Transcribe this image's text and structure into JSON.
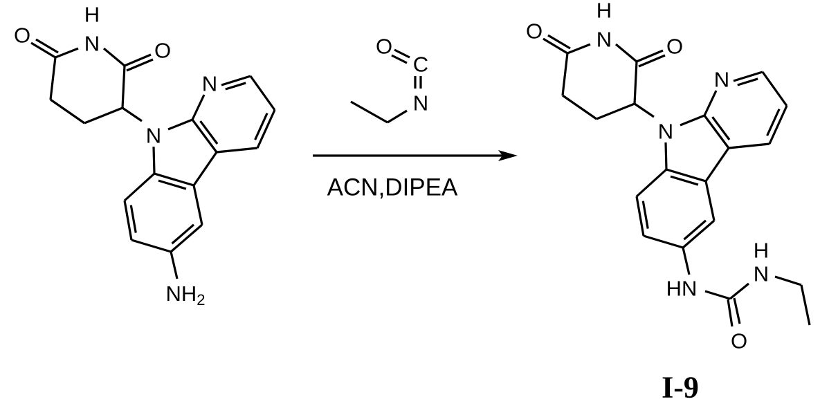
{
  "reactant": {
    "labels": {
      "O1": "O",
      "N_imide": "N",
      "H_imide": "H",
      "O2": "O",
      "N9": "N",
      "N1": "N",
      "amine": "NH",
      "amine_sub": "2"
    }
  },
  "reagent": {
    "labels": {
      "O": "O",
      "C": "C",
      "N": "N"
    }
  },
  "conditions": "ACN,DIPEA",
  "product": {
    "labels": {
      "O1": "O",
      "N_imide": "N",
      "H_imide": "H",
      "O2": "O",
      "N9": "N",
      "N1": "N",
      "HN": "HN",
      "N_urea": "N",
      "H_urea": "H",
      "O_urea": "O"
    },
    "compound_id": "I-9"
  }
}
